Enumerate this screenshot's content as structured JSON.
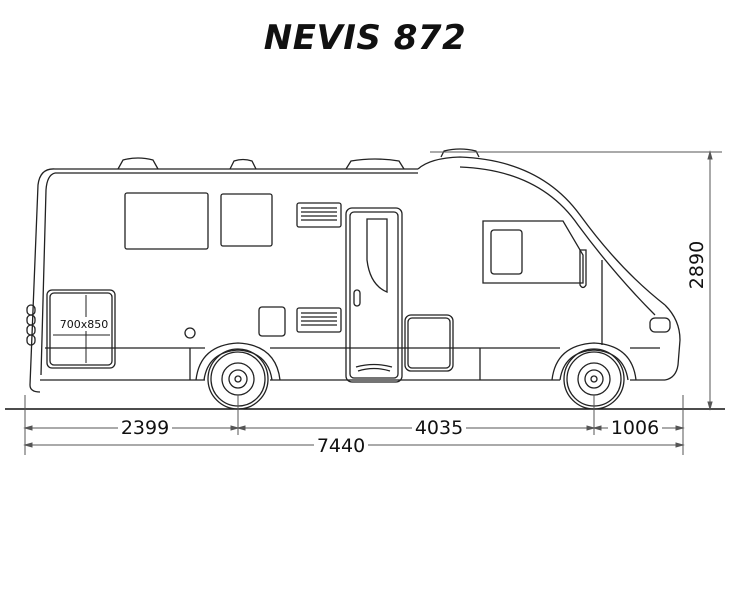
{
  "title": "NEVIS 872",
  "drawing": {
    "view": "side-elevation",
    "garage_door_label": "700x850"
  },
  "dimensions": {
    "rear_overhang": "2399",
    "wheelbase": "4035",
    "front_overhang": "1006",
    "overall_length": "7440",
    "overall_height": "2890"
  },
  "colors": {
    "line": "#222222",
    "dim_line": "#555555",
    "background": "#ffffff"
  }
}
